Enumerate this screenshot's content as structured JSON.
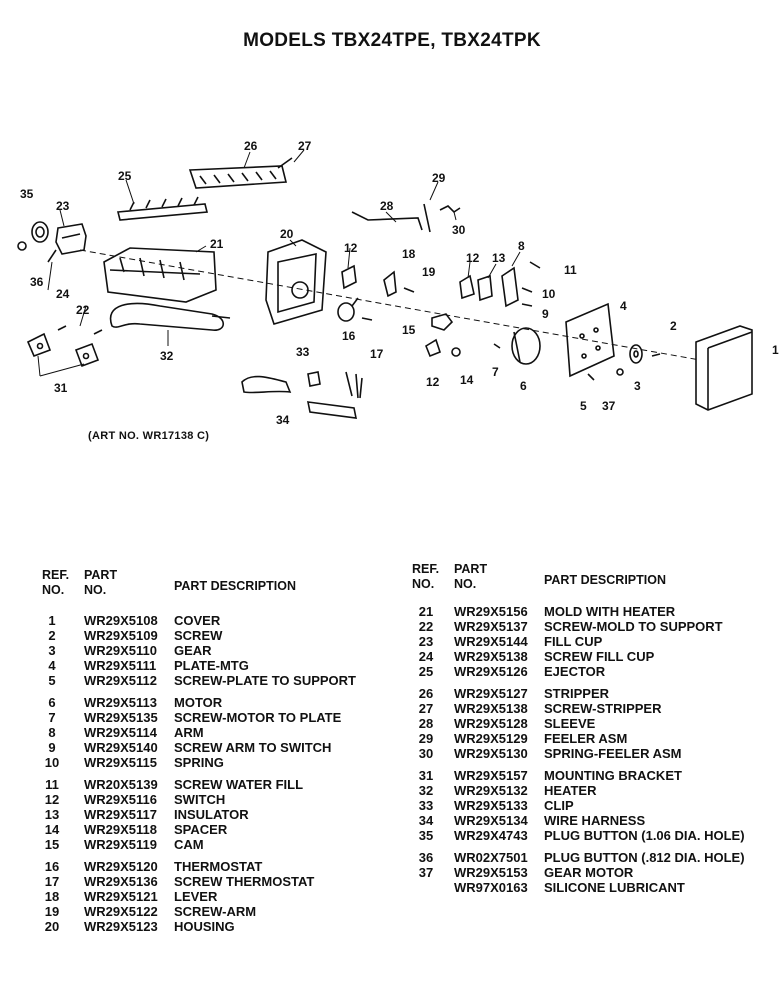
{
  "title": "MODELS TBX24TPE, TBX24TPK",
  "art_no": "(ART NO. WR17138 C)",
  "table_headers": {
    "ref_line1": "REF.",
    "ref_line2": "NO.",
    "part_line1": "PART",
    "part_line2": "NO.",
    "desc": "PART DESCRIPTION"
  },
  "callouts": [
    "1",
    "2",
    "3",
    "4",
    "5",
    "6",
    "7",
    "8",
    "9",
    "10",
    "11",
    "12",
    "12",
    "12",
    "13",
    "14",
    "15",
    "16",
    "17",
    "18",
    "19",
    "20",
    "21",
    "22",
    "23",
    "24",
    "25",
    "26",
    "27",
    "28",
    "29",
    "30",
    "31",
    "32",
    "33",
    "34",
    "35",
    "36",
    "37"
  ],
  "left_groups": [
    [
      {
        "ref": "1",
        "part": "WR29X5108",
        "desc": "COVER"
      },
      {
        "ref": "2",
        "part": "WR29X5109",
        "desc": "SCREW"
      },
      {
        "ref": "3",
        "part": "WR29X5110",
        "desc": "GEAR"
      },
      {
        "ref": "4",
        "part": "WR29X5111",
        "desc": "PLATE-MTG"
      },
      {
        "ref": "5",
        "part": "WR29X5112",
        "desc": "SCREW-PLATE TO SUPPORT"
      }
    ],
    [
      {
        "ref": "6",
        "part": "WR29X5113",
        "desc": "MOTOR"
      },
      {
        "ref": "7",
        "part": "WR29X5135",
        "desc": "SCREW-MOTOR TO PLATE"
      },
      {
        "ref": "8",
        "part": "WR29X5114",
        "desc": "ARM"
      },
      {
        "ref": "9",
        "part": "WR29X5140",
        "desc": "SCREW ARM TO SWITCH"
      },
      {
        "ref": "10",
        "part": "WR29X5115",
        "desc": "SPRING"
      }
    ],
    [
      {
        "ref": "11",
        "part": "WR20X5139",
        "desc": "SCREW WATER FILL"
      },
      {
        "ref": "12",
        "part": "WR29X5116",
        "desc": "SWITCH"
      },
      {
        "ref": "13",
        "part": "WR29X5117",
        "desc": "INSULATOR"
      },
      {
        "ref": "14",
        "part": "WR29X5118",
        "desc": "SPACER"
      },
      {
        "ref": "15",
        "part": "WR29X5119",
        "desc": "CAM"
      }
    ],
    [
      {
        "ref": "16",
        "part": "WR29X5120",
        "desc": "THERMOSTAT"
      },
      {
        "ref": "17",
        "part": "WR29X5136",
        "desc": "SCREW THERMOSTAT"
      },
      {
        "ref": "18",
        "part": "WR29X5121",
        "desc": "LEVER"
      },
      {
        "ref": "19",
        "part": "WR29X5122",
        "desc": "SCREW-ARM"
      },
      {
        "ref": "20",
        "part": "WR29X5123",
        "desc": "HOUSING"
      }
    ]
  ],
  "right_groups": [
    [
      {
        "ref": "21",
        "part": "WR29X5156",
        "desc": "MOLD WITH HEATER"
      },
      {
        "ref": "22",
        "part": "WR29X5137",
        "desc": "SCREW-MOLD TO SUPPORT"
      },
      {
        "ref": "23",
        "part": "WR29X5144",
        "desc": "FILL CUP"
      },
      {
        "ref": "24",
        "part": "WR29X5138",
        "desc": "SCREW FILL CUP"
      },
      {
        "ref": "25",
        "part": "WR29X5126",
        "desc": "EJECTOR"
      }
    ],
    [
      {
        "ref": "26",
        "part": "WR29X5127",
        "desc": "STRIPPER"
      },
      {
        "ref": "27",
        "part": "WR29X5138",
        "desc": "SCREW-STRIPPER"
      },
      {
        "ref": "28",
        "part": "WR29X5128",
        "desc": "SLEEVE"
      },
      {
        "ref": "29",
        "part": "WR29X5129",
        "desc": "FEELER ASM"
      },
      {
        "ref": "30",
        "part": "WR29X5130",
        "desc": "SPRING-FEELER ASM"
      }
    ],
    [
      {
        "ref": "31",
        "part": "WR29X5157",
        "desc": "MOUNTING BRACKET"
      },
      {
        "ref": "32",
        "part": "WR29X5132",
        "desc": "HEATER"
      },
      {
        "ref": "33",
        "part": "WR29X5133",
        "desc": "CLIP"
      },
      {
        "ref": "34",
        "part": "WR29X5134",
        "desc": "WIRE HARNESS"
      },
      {
        "ref": "35",
        "part": "WR29X4743",
        "desc": "PLUG BUTTON (1.06 DIA. HOLE)"
      }
    ],
    [
      {
        "ref": "36",
        "part": "WR02X7501",
        "desc": "PLUG BUTTON (.812 DIA. HOLE)"
      },
      {
        "ref": "37",
        "part": "WR29X5153",
        "desc": "GEAR MOTOR"
      },
      {
        "ref": "",
        "part": "WR97X0163",
        "desc": "SILICONE LUBRICANT"
      }
    ]
  ]
}
